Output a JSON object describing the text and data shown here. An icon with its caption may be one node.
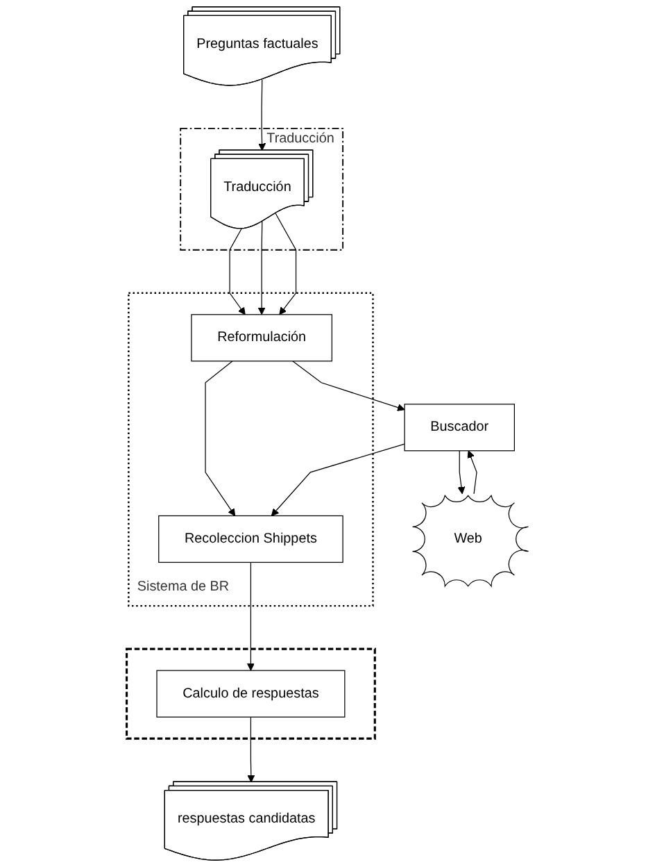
{
  "diagram": {
    "nodes": [
      {
        "text": [
          "Preguntas factuales"
        ]
      },
      {
        "text": [
          "Traducción"
        ]
      },
      {
        "text": [
          "Traducción"
        ],
        "in": 1
      },
      {
        "text": [
          "Sistema de BR"
        ]
      },
      {
        "text": [
          "Reformulación"
        ],
        "in": 3
      },
      {
        "text": [
          "Buscador"
        ]
      },
      {
        "text": [
          "Recoleccion Shippets"
        ],
        "in": 3
      },
      {
        "text": [],
        "shape": "box"
      },
      {
        "text": [
          "Calculo de respuestas"
        ],
        "in": 7
      },
      {
        "text": [
          "Web"
        ]
      },
      {
        "text": [
          "respuestas candidatas"
        ]
      }
    ],
    "edges": [
      {
        "from": 0,
        "to": 2,
        "arrow": "to"
      },
      {
        "from": 2,
        "to": 4,
        "arrow": "to"
      },
      {
        "from": 2,
        "to": 4,
        "arrow": "to"
      },
      {
        "from": 2,
        "to": 4,
        "arrow": "to"
      },
      {
        "from": 4,
        "to": 6,
        "arrow": "to"
      },
      {
        "from": 4,
        "to": 5,
        "arrow": "to"
      },
      {
        "from": 5,
        "to": 6,
        "arrow": "to"
      },
      {
        "from": 5,
        "to": 9,
        "arrow": "to"
      },
      {
        "from": 9,
        "to": 5,
        "arrow": "to"
      },
      {
        "from": 6,
        "to": 8,
        "arrow": "to"
      },
      {
        "from": 8,
        "to": 10,
        "arrow": "to"
      }
    ]
  }
}
